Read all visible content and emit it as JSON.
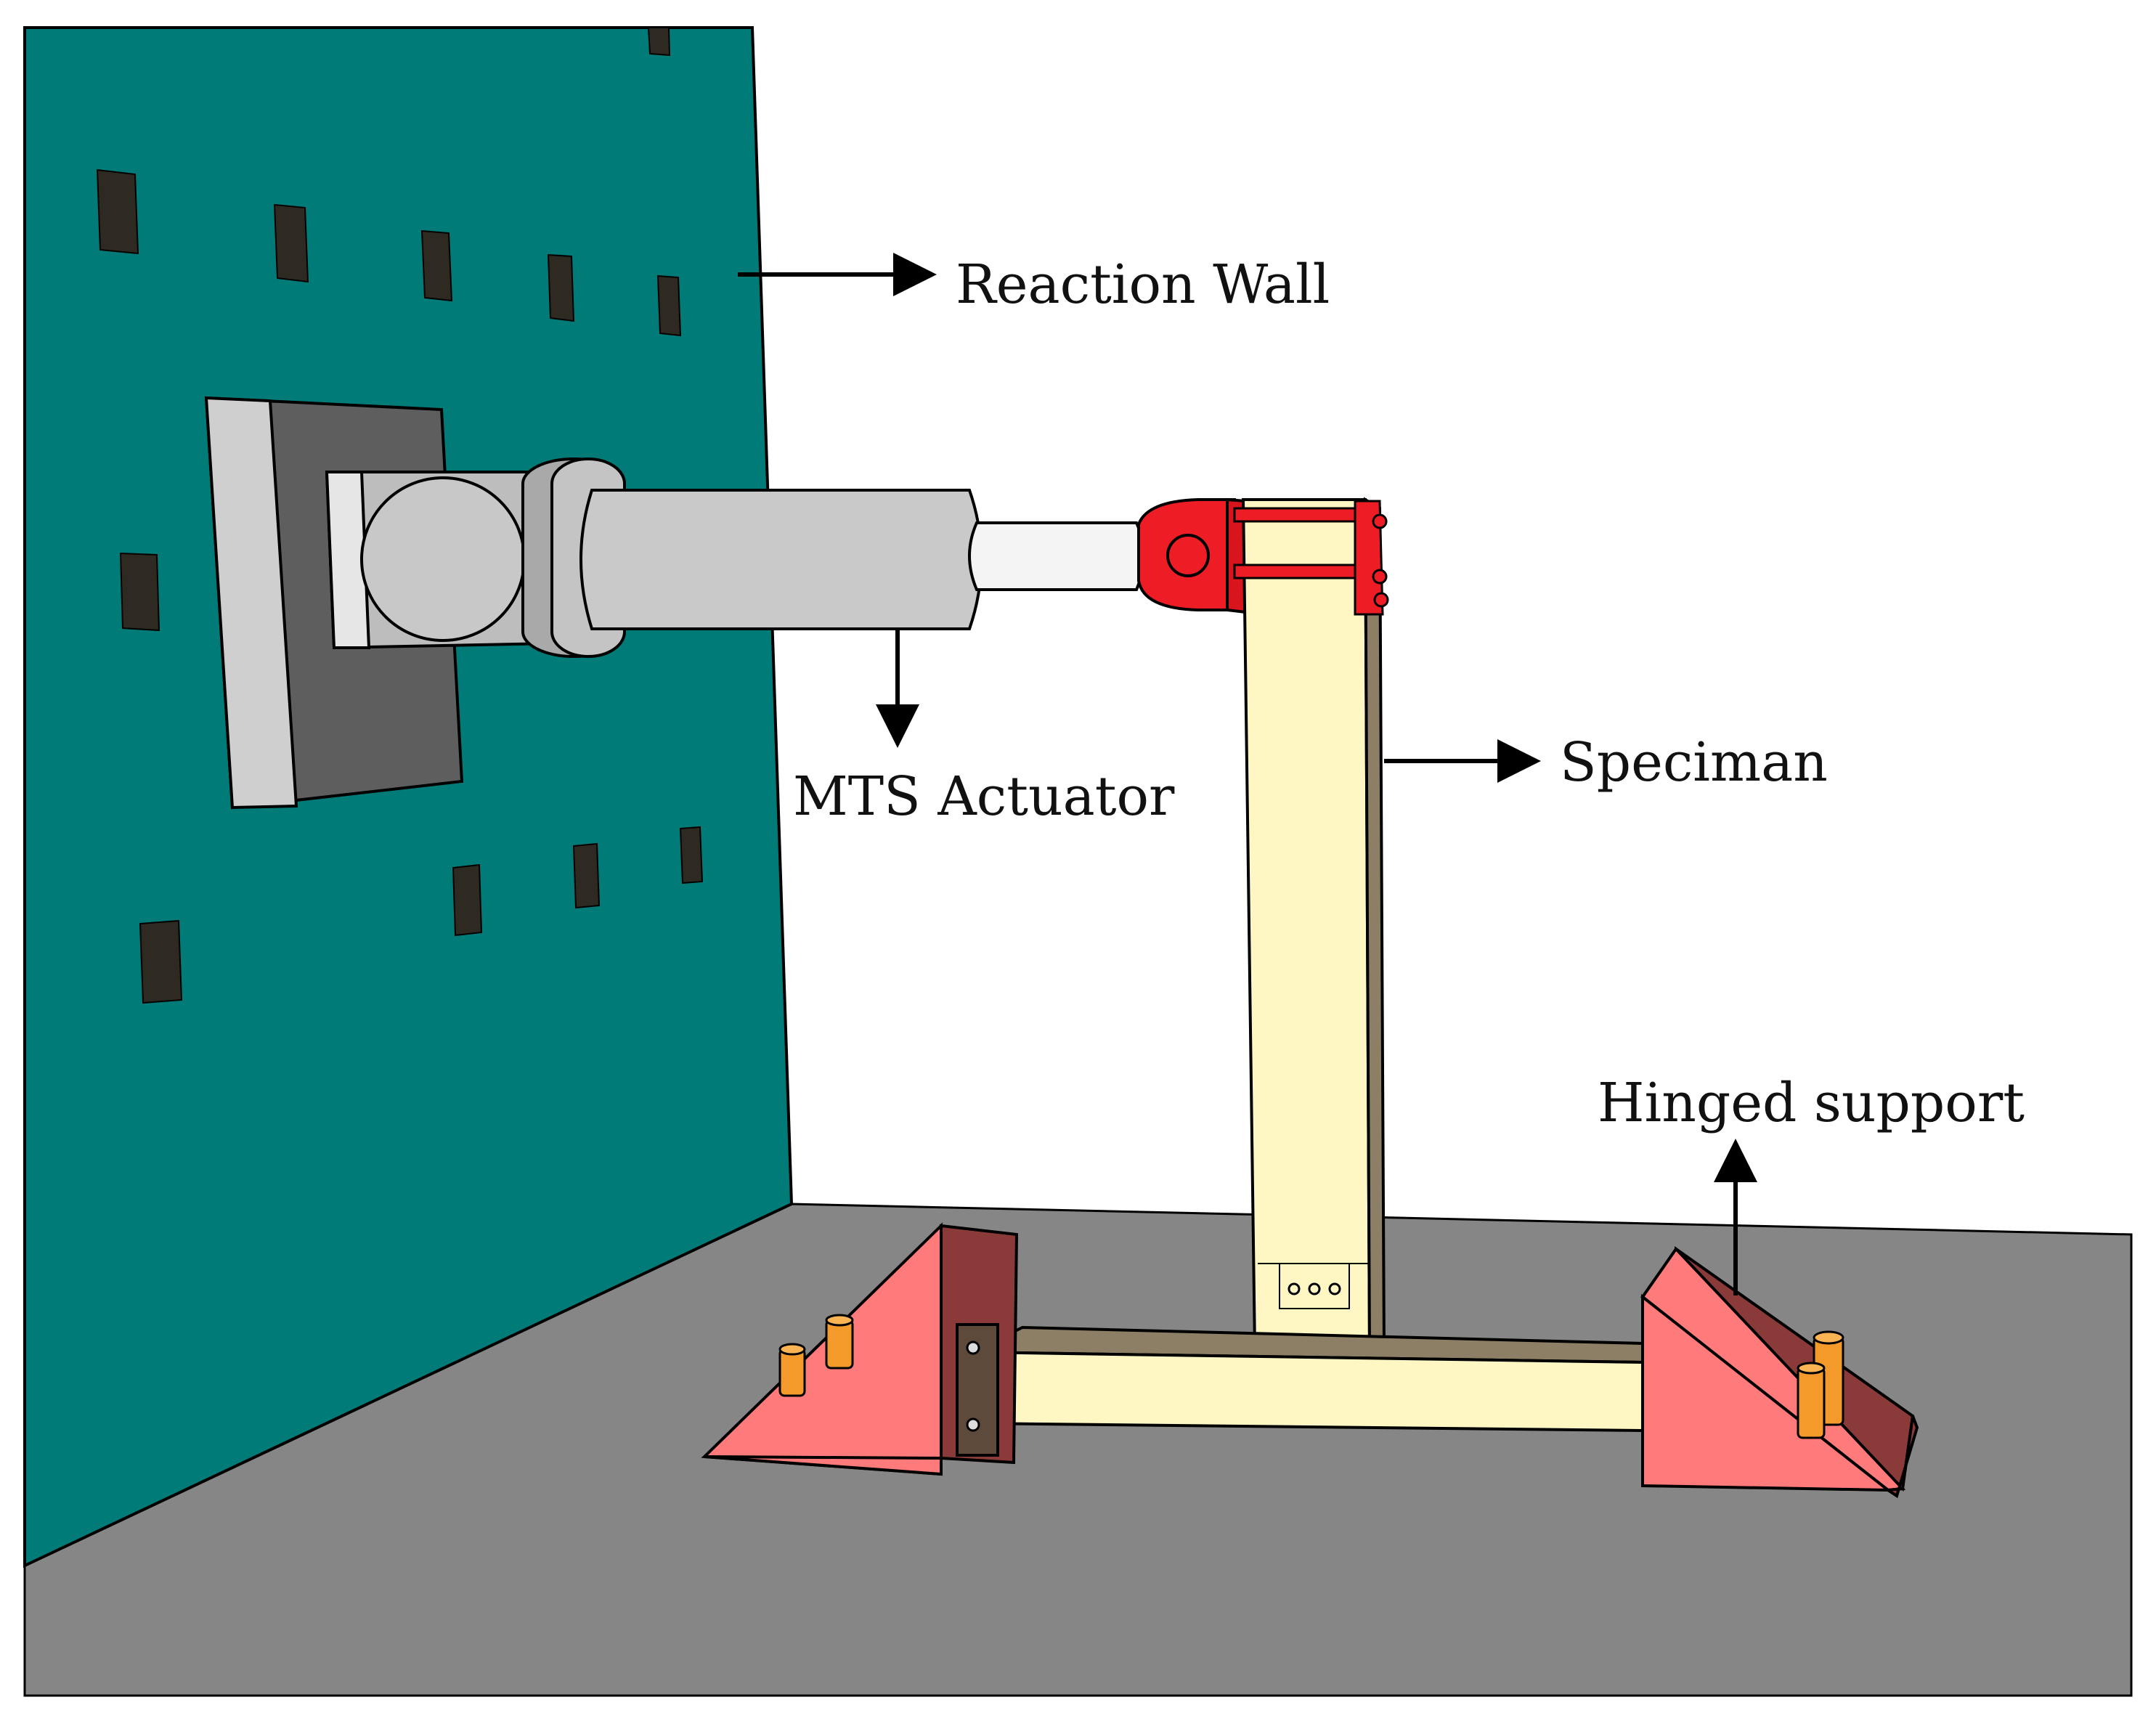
{
  "labels": {
    "reaction_wall": "Reaction Wall",
    "mts_actuator": "MTS Actuator",
    "specimen": "Speciman",
    "hinged_support": "Hinged support"
  },
  "colors": {
    "wall": "#017B78",
    "floor": "#868686",
    "wall_slot": "#2E2A22",
    "actuator_gray": "#C9C9C9",
    "mount_dark": "#5E5E5E",
    "clevis_red": "#EE1C24",
    "specimen_cream": "#FEF7C4",
    "specimen_edge": "#8C7F66",
    "hinge_pink": "#FF7A7A",
    "hinge_dark": "#8B3A3A",
    "pin_orange": "#F39A2B"
  }
}
